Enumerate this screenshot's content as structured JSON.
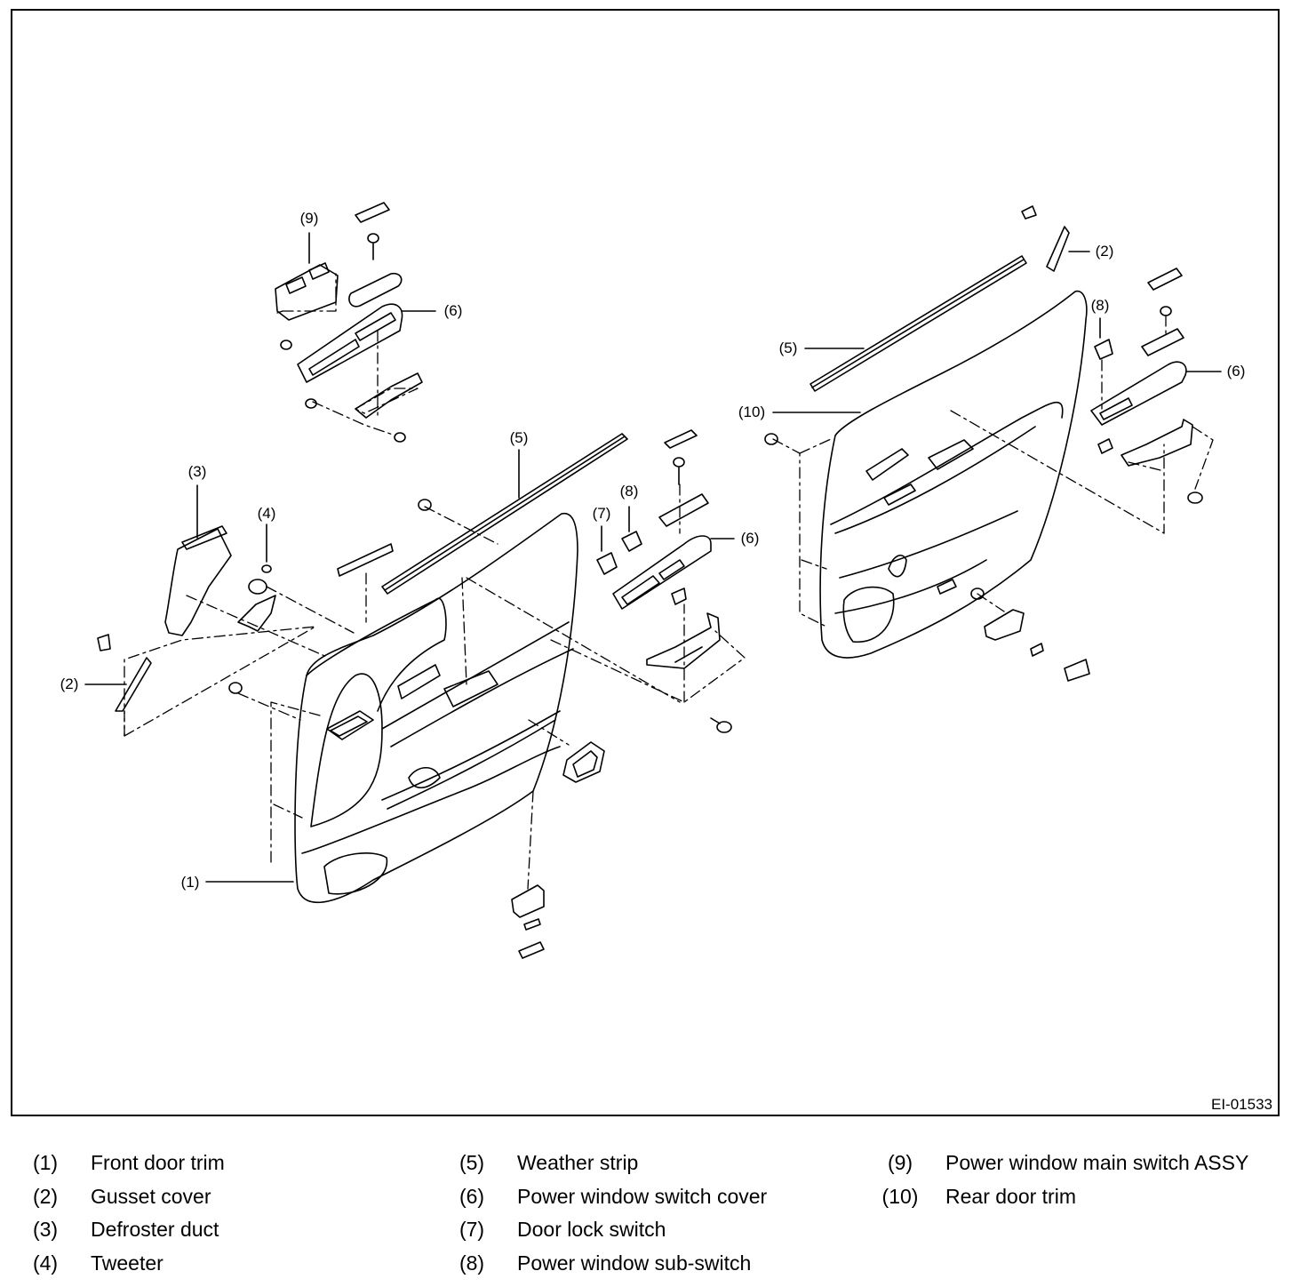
{
  "figure_code": "EI-01533",
  "callouts": [
    {
      "id": "c9",
      "text": "(9)"
    },
    {
      "id": "c6a",
      "text": "(6)"
    },
    {
      "id": "c3",
      "text": "(3)"
    },
    {
      "id": "c4",
      "text": "(4)"
    },
    {
      "id": "c5a",
      "text": "(5)"
    },
    {
      "id": "c7",
      "text": "(7)"
    },
    {
      "id": "c8a",
      "text": "(8)"
    },
    {
      "id": "c6b",
      "text": "(6)"
    },
    {
      "id": "c2a",
      "text": "(2)"
    },
    {
      "id": "c1",
      "text": "(1)"
    },
    {
      "id": "c2b",
      "text": "(2)"
    },
    {
      "id": "c5b",
      "text": "(5)"
    },
    {
      "id": "c8b",
      "text": "(8)"
    },
    {
      "id": "c6c",
      "text": "(6)"
    },
    {
      "id": "c10",
      "text": "(10)"
    }
  ],
  "legend": {
    "col1": [
      {
        "num": "(1)",
        "name": "Front door trim"
      },
      {
        "num": "(2)",
        "name": "Gusset cover"
      },
      {
        "num": "(3)",
        "name": "Defroster duct"
      },
      {
        "num": "(4)",
        "name": "Tweeter"
      }
    ],
    "col2": [
      {
        "num": "(5)",
        "name": "Weather strip"
      },
      {
        "num": "(6)",
        "name": "Power window switch cover"
      },
      {
        "num": "(7)",
        "name": "Door lock switch"
      },
      {
        "num": "(8)",
        "name": "Power window sub-switch"
      }
    ],
    "col3": [
      {
        "num": "(9)",
        "name": "Power window main switch ASSY"
      },
      {
        "num": "(10)",
        "name": "Rear door trim"
      }
    ]
  }
}
